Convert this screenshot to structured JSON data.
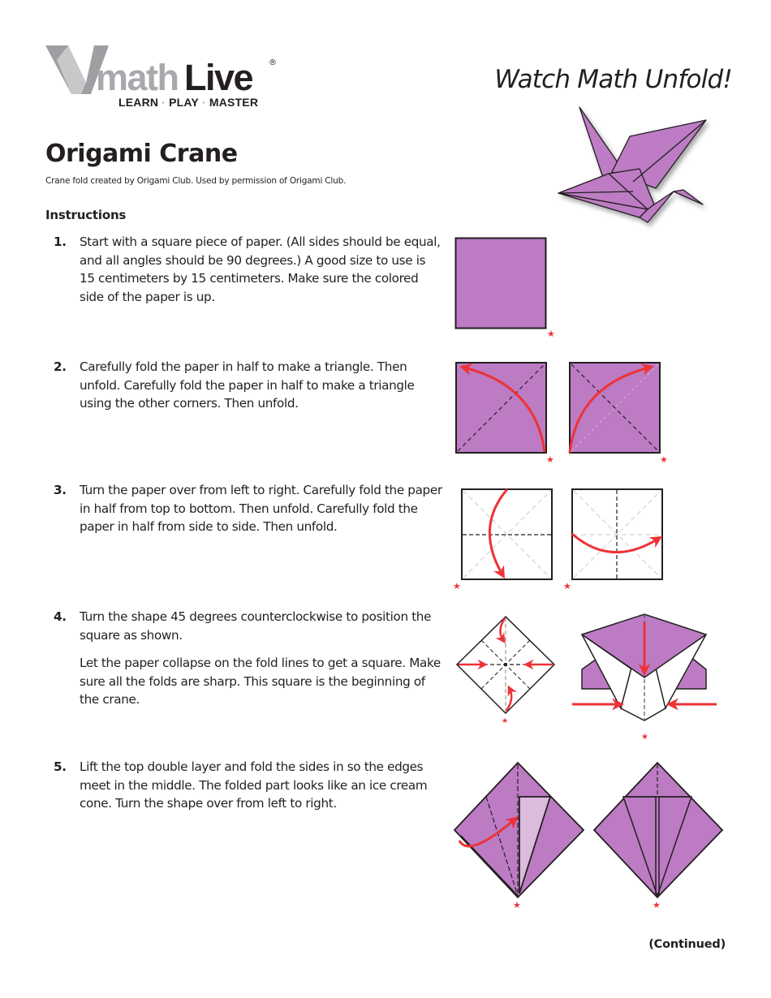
{
  "header": {
    "logo": {
      "letter": "V",
      "word_light": "math",
      "word_dark": "Live",
      "registered": "®",
      "tagline_parts": [
        "LEARN",
        "PLAY",
        "MASTER"
      ],
      "separator": "·"
    },
    "slogan": "Watch Math Unfold!"
  },
  "document": {
    "title": "Origami Crane",
    "credit": "Crane fold created by Origami Club. Used by permission of Origami Club.",
    "section_heading": "Instructions",
    "steps": [
      {
        "number": "1.",
        "paragraphs": [
          "Start with a square piece of paper. (All sides should be equal, and all angles should be 90 degrees.) A good size to use is 15 centimeters by 15 centimeters. Make sure the colored side of the paper is up."
        ]
      },
      {
        "number": "2.",
        "paragraphs": [
          "Carefully fold the paper in half to make a triangle. Then unfold. Carefully fold the paper in half to make a triangle using the other corners. Then unfold."
        ]
      },
      {
        "number": "3.",
        "paragraphs": [
          "Turn the paper over from left to right. Carefully fold the paper in half from top to bottom. Then unfold. Carefully fold the paper in half from side to side. Then unfold."
        ]
      },
      {
        "number": "4.",
        "paragraphs": [
          "Turn the shape 45 degrees counterclockwise to position the square as shown.",
          "Let the paper collapse on the fold lines to get a square. Make sure all the folds are sharp. This square is the beginning of the crane."
        ]
      },
      {
        "number": "5.",
        "paragraphs": [
          "Lift the top double layer and fold the sides in so the edges meet in the middle.  The folded part looks like an ice cream cone. Turn the shape over from left to right."
        ]
      }
    ],
    "footer_note": "(Continued)"
  },
  "colors": {
    "paper_purple": "#bd7bc4",
    "paper_light_purple": "#dbbcdc",
    "arrow_red": "#ee3237",
    "text": "#231f20",
    "logo_gray": "#a7a9ac"
  },
  "illustrations": [
    {
      "step": 1,
      "name": "colored-square"
    },
    {
      "step": 2,
      "name": "diagonal-fold-left"
    },
    {
      "step": 2,
      "name": "diagonal-fold-right"
    },
    {
      "step": 3,
      "name": "horizontal-fold"
    },
    {
      "step": 3,
      "name": "vertical-fold"
    },
    {
      "step": 4,
      "name": "rotated-square-collapse"
    },
    {
      "step": 4,
      "name": "square-base-collapse"
    },
    {
      "step": 5,
      "name": "kite-fold-in-progress"
    },
    {
      "step": 5,
      "name": "kite-fold-complete"
    }
  ]
}
